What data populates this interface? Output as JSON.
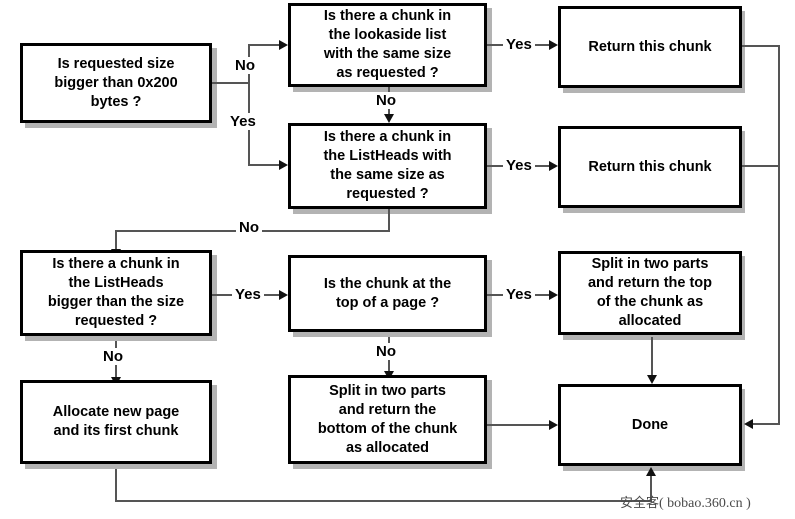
{
  "diagram": {
    "title": "Windows heap allocation flowchart",
    "colors": {
      "box_border": "#000000",
      "box_fill": "#ffffff",
      "shadow": "#b3b3b3",
      "edge": "#555555",
      "arrowhead": "#111111",
      "text": "#000000",
      "watermark": "#4a4a4a"
    },
    "nodes": [
      {
        "id": "requested-size",
        "text": "Is requested size\nbigger than 0x200\nbytes ?"
      },
      {
        "id": "lookaside-same-size",
        "text": "Is there a chunk in\nthe lookaside list\nwith the same size\nas requested ?"
      },
      {
        "id": "return-chunk-1",
        "text": "Return this chunk"
      },
      {
        "id": "listheads-same-size",
        "text": "Is there a chunk in\nthe ListHeads with\nthe same size as\nrequested ?"
      },
      {
        "id": "return-chunk-2",
        "text": "Return this chunk"
      },
      {
        "id": "listheads-bigger",
        "text": "Is there a chunk in\nthe ListHeads\nbigger than the size\nrequested ?"
      },
      {
        "id": "chunk-top-of-page",
        "text": "Is the chunk at the\ntop of a page ?"
      },
      {
        "id": "split-return-top",
        "text": "Split in two parts\nand return the top\nof the chunk as\nallocated"
      },
      {
        "id": "allocate-new-page",
        "text": "Allocate new page\nand its first chunk"
      },
      {
        "id": "split-return-bottom",
        "text": "Split in two parts\nand return the\nbottom of the chunk\nas allocated"
      },
      {
        "id": "done",
        "text": "Done"
      }
    ],
    "edge_labels": {
      "requested_no": "No",
      "requested_yes": "Yes",
      "lookaside_yes": "Yes",
      "lookaside_no": "No",
      "listheads_same_yes": "Yes",
      "listheads_same_no": "No",
      "listheads_bigger_yes": "Yes",
      "listheads_bigger_no": "No",
      "top_of_page_yes": "Yes",
      "top_of_page_no": "No"
    },
    "watermark": {
      "cn": "安全客",
      "paren": "( bobao.360.cn )"
    }
  }
}
